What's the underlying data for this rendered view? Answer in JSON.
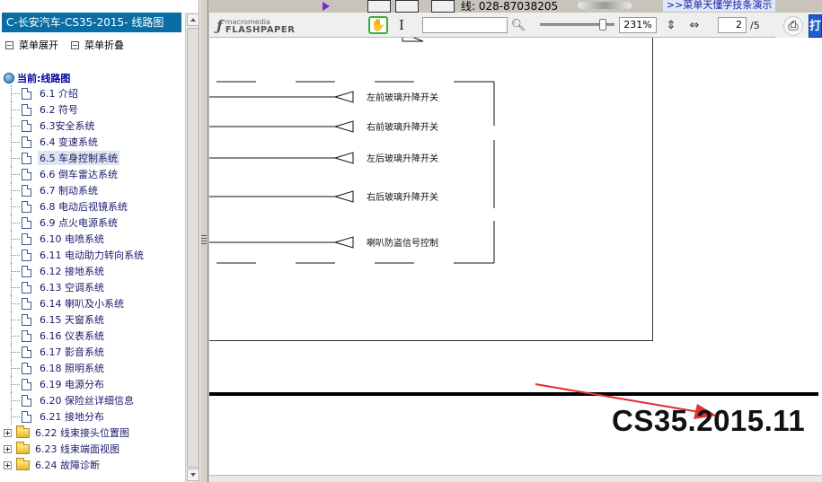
{
  "title": "C-长安汽车-CS35-2015- 线路图",
  "menu": {
    "expand_label": "菜单展开",
    "collapse_label": "菜单折叠"
  },
  "tree": {
    "root_label": "当前:线路图",
    "items": [
      {
        "label": "6.1 介绍",
        "selected": false
      },
      {
        "label": "6.2 符号",
        "selected": false
      },
      {
        "label": "6.3安全系统",
        "selected": false
      },
      {
        "label": "6.4 变速系统",
        "selected": false
      },
      {
        "label": "6.5 车身控制系统",
        "selected": true
      },
      {
        "label": "6.6 倒车雷达系统",
        "selected": false
      },
      {
        "label": "6.7 制动系统",
        "selected": false
      },
      {
        "label": "6.8 电动后视镜系统",
        "selected": false
      },
      {
        "label": "6.9 点火电源系统",
        "selected": false
      },
      {
        "label": "6.10 电喷系统",
        "selected": false
      },
      {
        "label": "6.11 电动助力转向系统",
        "selected": false
      },
      {
        "label": "6.12 接地系统",
        "selected": false
      },
      {
        "label": "6.13 空调系统",
        "selected": false
      },
      {
        "label": "6.14 喇叭及小系统",
        "selected": false
      },
      {
        "label": "6.15 天窗系统",
        "selected": false
      },
      {
        "label": "6.16 仪表系统",
        "selected": false
      },
      {
        "label": "6.17 影音系统",
        "selected": false
      },
      {
        "label": "6.18 照明系统",
        "selected": false
      },
      {
        "label": "6.19 电源分布",
        "selected": false
      },
      {
        "label": "6.20 保险丝详细信息",
        "selected": false
      },
      {
        "label": "6.21 接地分布",
        "selected": false
      }
    ],
    "folders": [
      {
        "label": "6.22 线束接头位置图"
      },
      {
        "label": "6.23 线束端面视图"
      },
      {
        "label": "6.24 故障诊断"
      }
    ]
  },
  "top_strip": {
    "phone": "线: 028-87038205",
    "marquee": ">>菜单天懂学技条演示"
  },
  "toolbar": {
    "brand_small": "macromedia",
    "brand_big": "FLASHPAPER",
    "search_value": "",
    "zoom_value": "231%",
    "page_value": "2",
    "page_total": "/5",
    "cut_label": "打"
  },
  "document": {
    "labels": [
      "左前玻璃升降开关",
      "右前玻璃升降开关",
      "左后玻璃升降开关",
      "右后玻璃升降开关",
      "喇叭防盗信号控制"
    ],
    "stamp": "CS35.2015.11"
  },
  "colors": {
    "title_bar": "#0a6ea4",
    "selected_bg": "#dde5ee",
    "arrow": "#e53030",
    "hand_border": "#35b035"
  }
}
